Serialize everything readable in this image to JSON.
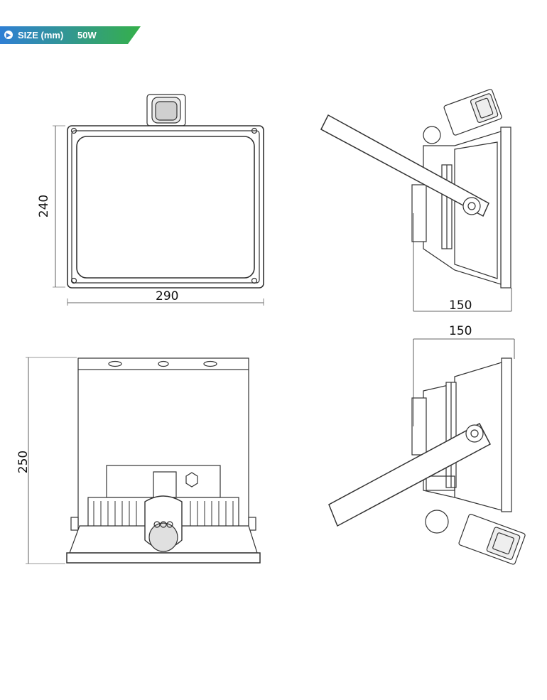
{
  "header": {
    "size_label": "SIZE (mm)",
    "model_label": "50W",
    "colors": {
      "start": "#2f7fd4",
      "end": "#35b04a"
    },
    "icon": "chevron-right-icon"
  },
  "dimensions": {
    "front_width": "290",
    "front_height": "240",
    "side_depth_top": "150",
    "side_depth_bottom": "150",
    "bottom_height": "250"
  }
}
